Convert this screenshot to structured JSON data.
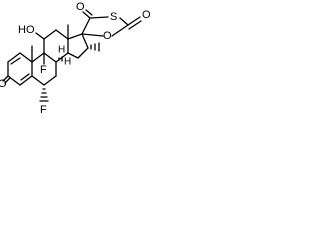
{
  "molecule": {
    "atom_labels": {
      "ketone_o": "O",
      "f_9": "F",
      "f_6": "F",
      "h_9": "H",
      "h_8": "H",
      "hydroxyl": "HO",
      "lactone_o": "O",
      "thio_s": "S",
      "carbonyl_o_left": "O",
      "carbonyl_o_right": "O"
    },
    "colors": {
      "bond": "#000000",
      "background": "#ffffff"
    }
  }
}
